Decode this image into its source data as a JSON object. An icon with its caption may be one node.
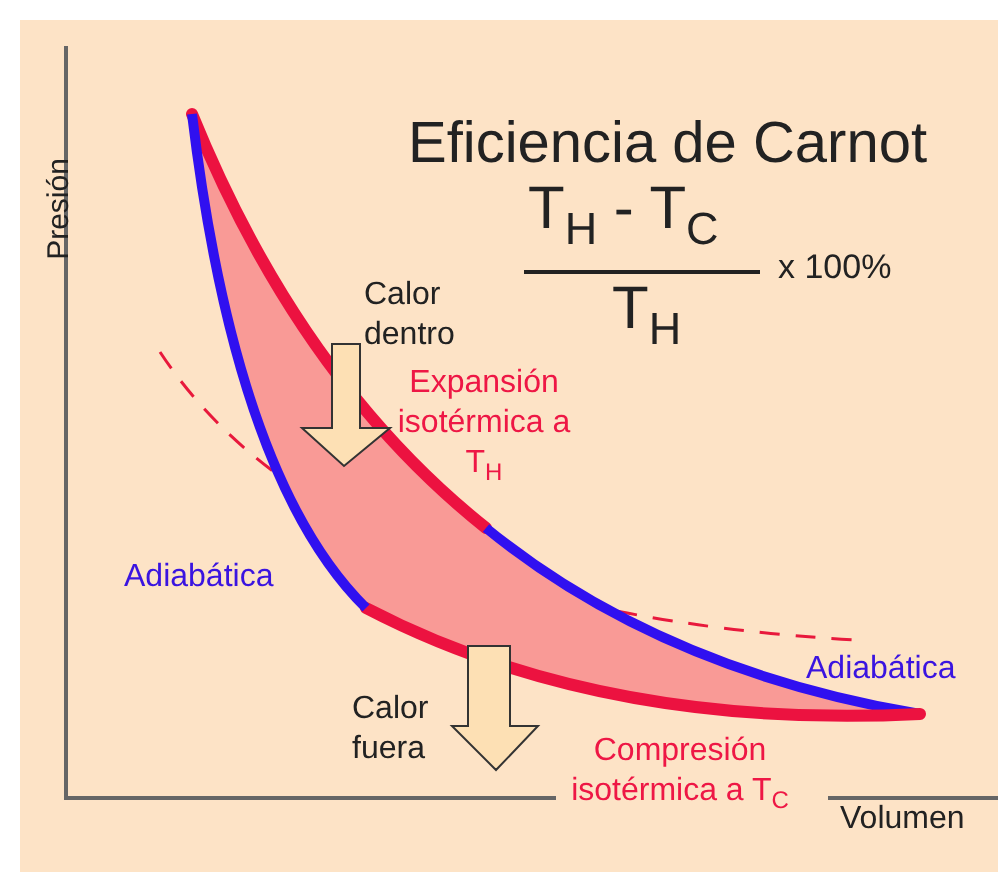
{
  "diagram": {
    "title": "Eficiencia de Carnot",
    "labels": [
      "T$_{H}$ - T$_{C}$",
      "T$_{H}$",
      "x 100%",
      "Presión",
      "Calor dentro",
      "Expansión isotérmica a T$_{H}$",
      "Adiabática",
      "Adiabática",
      "Calor fuera",
      "Compresión isotérmica a T$_{C}$",
      "Volumen"
    ]
  }
}
